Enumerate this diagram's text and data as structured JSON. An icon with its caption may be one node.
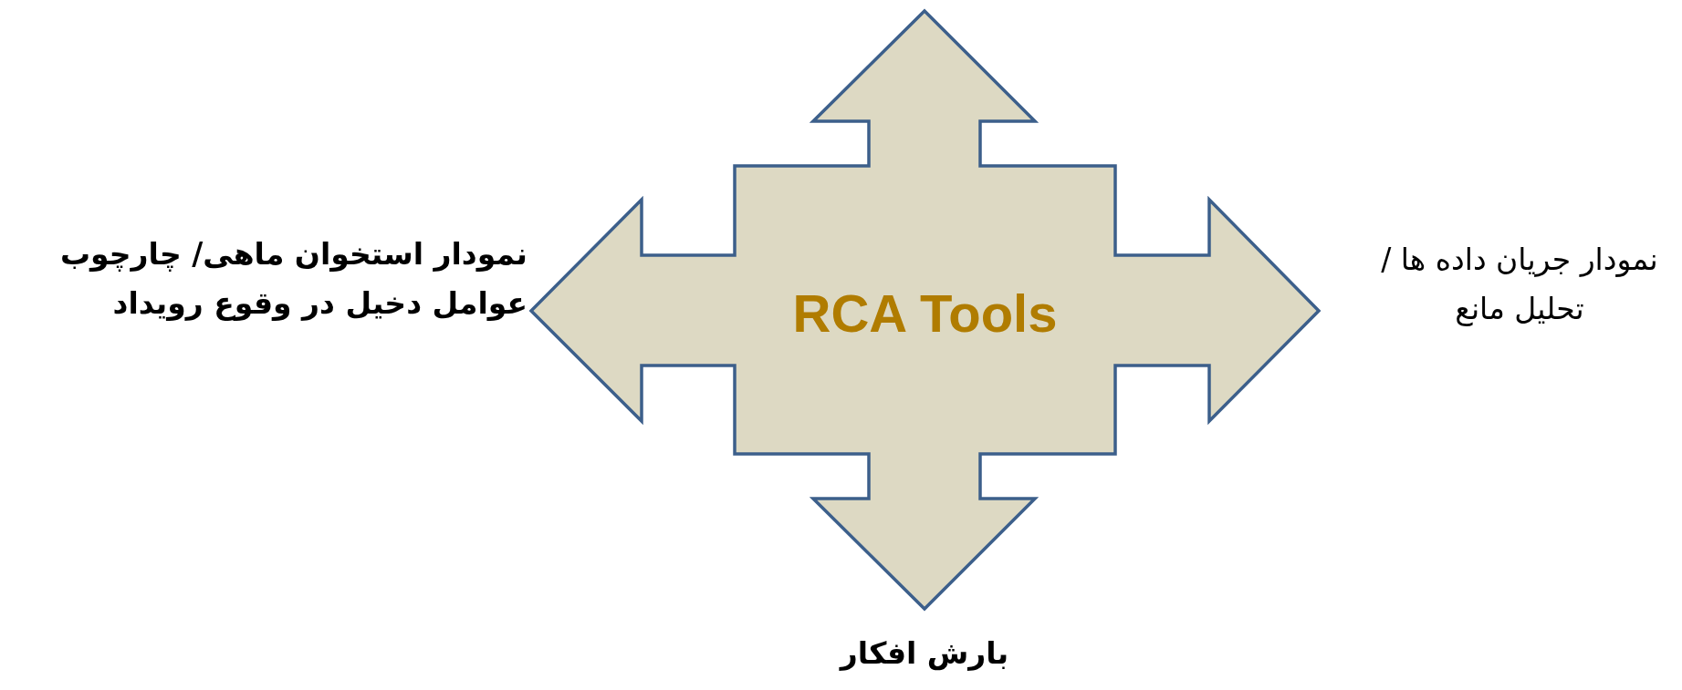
{
  "diagram": {
    "nodes": [
      {
        "text": [
          "RCA Tools"
        ]
      }
    ],
    "labels": [
      "نمودار استخوان ماهی/ چارچوب عوامل دخیل در وقوع رویداد",
      "نمودار جریان داده ها / تحلیل مانع",
      "بارش افکار"
    ]
  }
}
